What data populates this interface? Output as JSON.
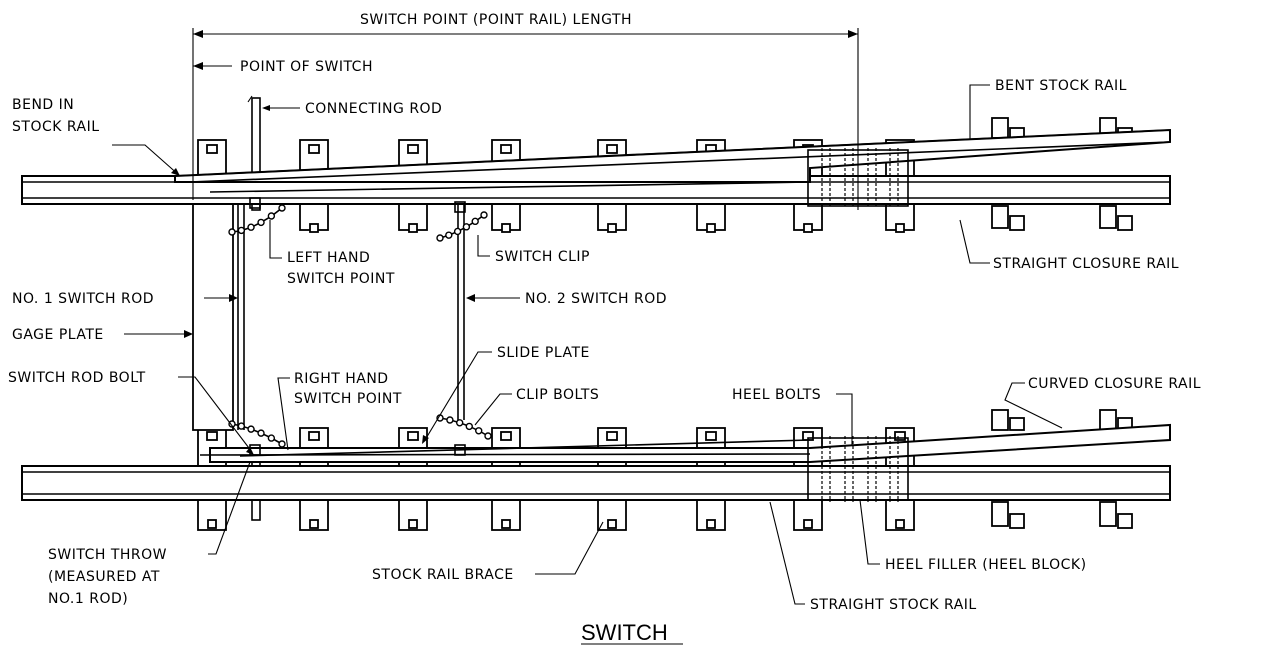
{
  "diagram": {
    "title": "SWITCH",
    "labels": {
      "switch_point_length": "SWITCH POINT (POINT RAIL) LENGTH",
      "point_of_switch": "POINT OF SWITCH",
      "connecting_rod": "CONNECTING ROD",
      "bend_in_stock_rail_1": "BEND IN",
      "bend_in_stock_rail_2": "STOCK RAIL",
      "bent_stock_rail": "BENT STOCK RAIL",
      "left_hand_switch_point_1": "LEFT HAND",
      "left_hand_switch_point_2": "SWITCH POINT",
      "switch_clip": "SWITCH CLIP",
      "straight_closure_rail": "STRAIGHT CLOSURE RAIL",
      "no1_switch_rod": "NO. 1 SWITCH ROD",
      "no2_switch_rod": "NO. 2 SWITCH ROD",
      "gage_plate": "GAGE PLATE",
      "slide_plate": "SLIDE PLATE",
      "switch_rod_bolt": "SWITCH ROD BOLT",
      "right_hand_switch_point_1": "RIGHT HAND",
      "right_hand_switch_point_2": "SWITCH POINT",
      "clip_bolts": "CLIP BOLTS",
      "heel_bolts": "HEEL BOLTS",
      "curved_closure_rail": "CURVED CLOSURE RAIL",
      "switch_throw_1": "SWITCH THROW",
      "switch_throw_2": "(MEASURED AT",
      "switch_throw_3": "NO.1 ROD)",
      "stock_rail_brace": "STOCK RAIL BRACE",
      "heel_filler": "HEEL FILLER (HEEL BLOCK)",
      "straight_stock_rail": "STRAIGHT STOCK RAIL"
    }
  }
}
